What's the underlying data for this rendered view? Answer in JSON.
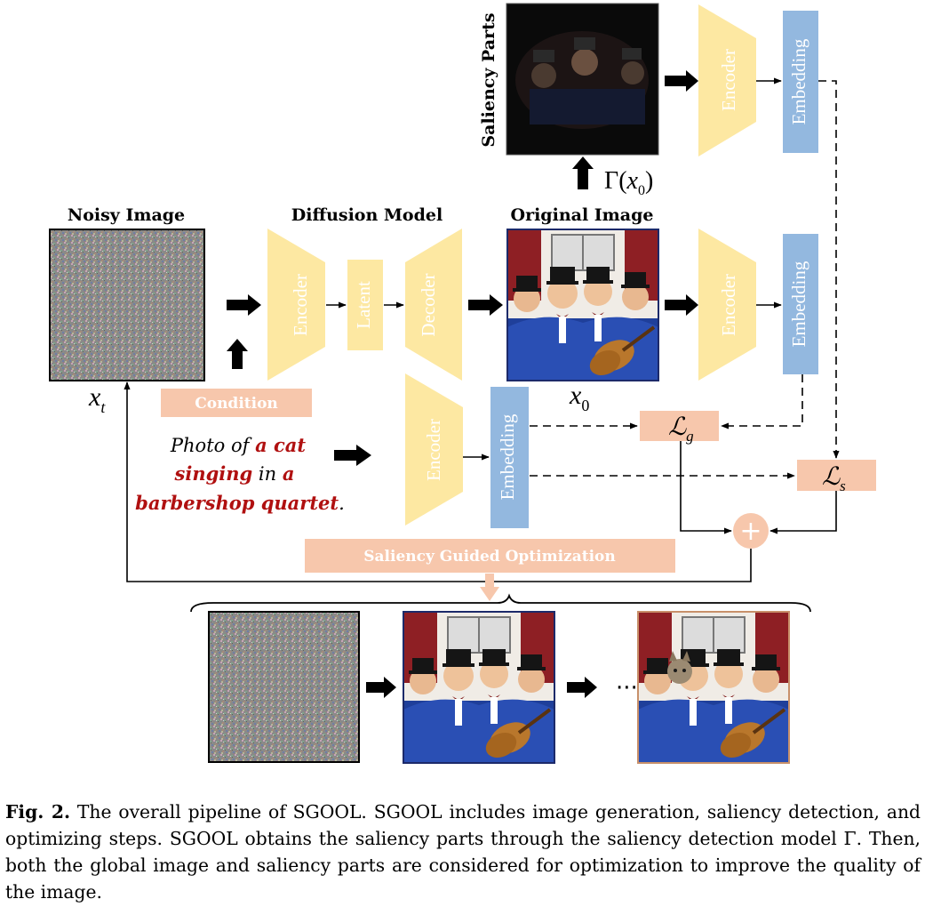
{
  "figure": {
    "labels": {
      "noisy_image": "Noisy Image",
      "diffusion_model": "Diffusion Model",
      "original_image": "Original Image",
      "saliency_parts": "Saliency Parts"
    },
    "blocks": {
      "encoder": "Encoder",
      "latent": "Latent",
      "decoder": "Decoder",
      "embedding": "Embedding",
      "condition": "Condition",
      "sgo": "Saliency Guided Optimization"
    },
    "math": {
      "xt_main": "x",
      "xt_sub": "t",
      "x0_main": "x",
      "x0_sub": "0",
      "gamma": "Γ(",
      "gamma_x": "x",
      "gamma_sub": "0",
      "gamma_close": ")",
      "lg_main": "ℒ",
      "lg_sub": "g",
      "ls_main": "ℒ",
      "ls_sub": "s",
      "plus": "+"
    },
    "prompt": {
      "line1_a": "Photo of ",
      "line1_b": "a cat",
      "line2_a": "singing",
      "line2_b": " in ",
      "line2_c": "a",
      "line3_a": "barbershop quartet",
      "line3_b": "."
    },
    "ellipsis": "···",
    "colors": {
      "encoder_yellow": "#fde8a2",
      "embedding_blue": "#93b8df",
      "condition_peach": "#f7c7ac",
      "arrow": "#000000",
      "prompt_red": "#b01010"
    }
  },
  "caption": {
    "label": "Fig. 2.",
    "text": " The overall pipeline of SGOOL. SGOOL includes image generation, saliency detection, and optimizing steps. SGOOL obtains the saliency parts through the saliency detection model Γ. Then, both the global image and saliency parts are considered for optimization to improve the quality of the image."
  }
}
